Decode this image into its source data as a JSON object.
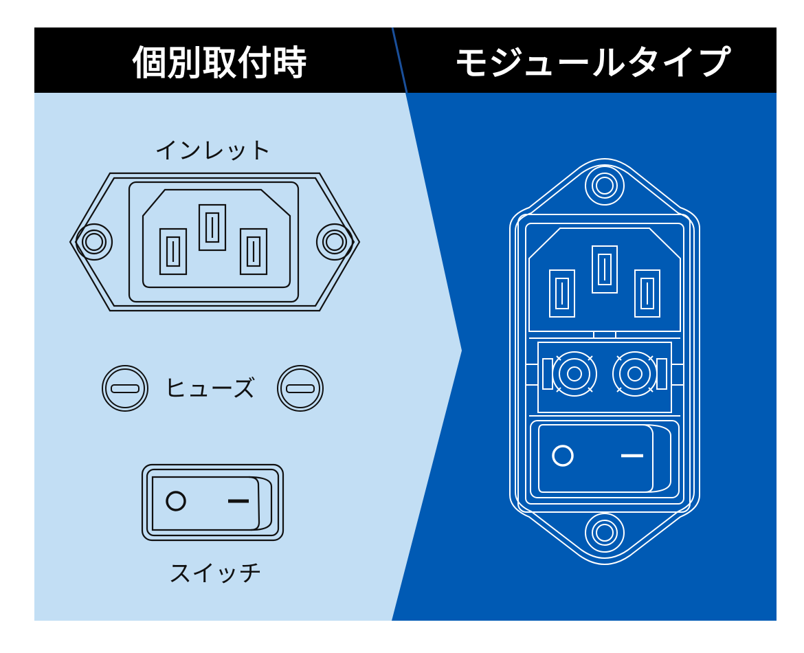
{
  "header": {
    "left_title": "個別取付時",
    "right_title": "モジュールタイプ"
  },
  "labels": {
    "inlet": "インレット",
    "fuse": "ヒューズ",
    "switch": "スイッチ"
  },
  "colors": {
    "header_bg": "#000000",
    "left_panel": "#c2def4",
    "right_panel": "#005ab4",
    "line_dark": "#111111",
    "line_light": "#ffffff"
  }
}
